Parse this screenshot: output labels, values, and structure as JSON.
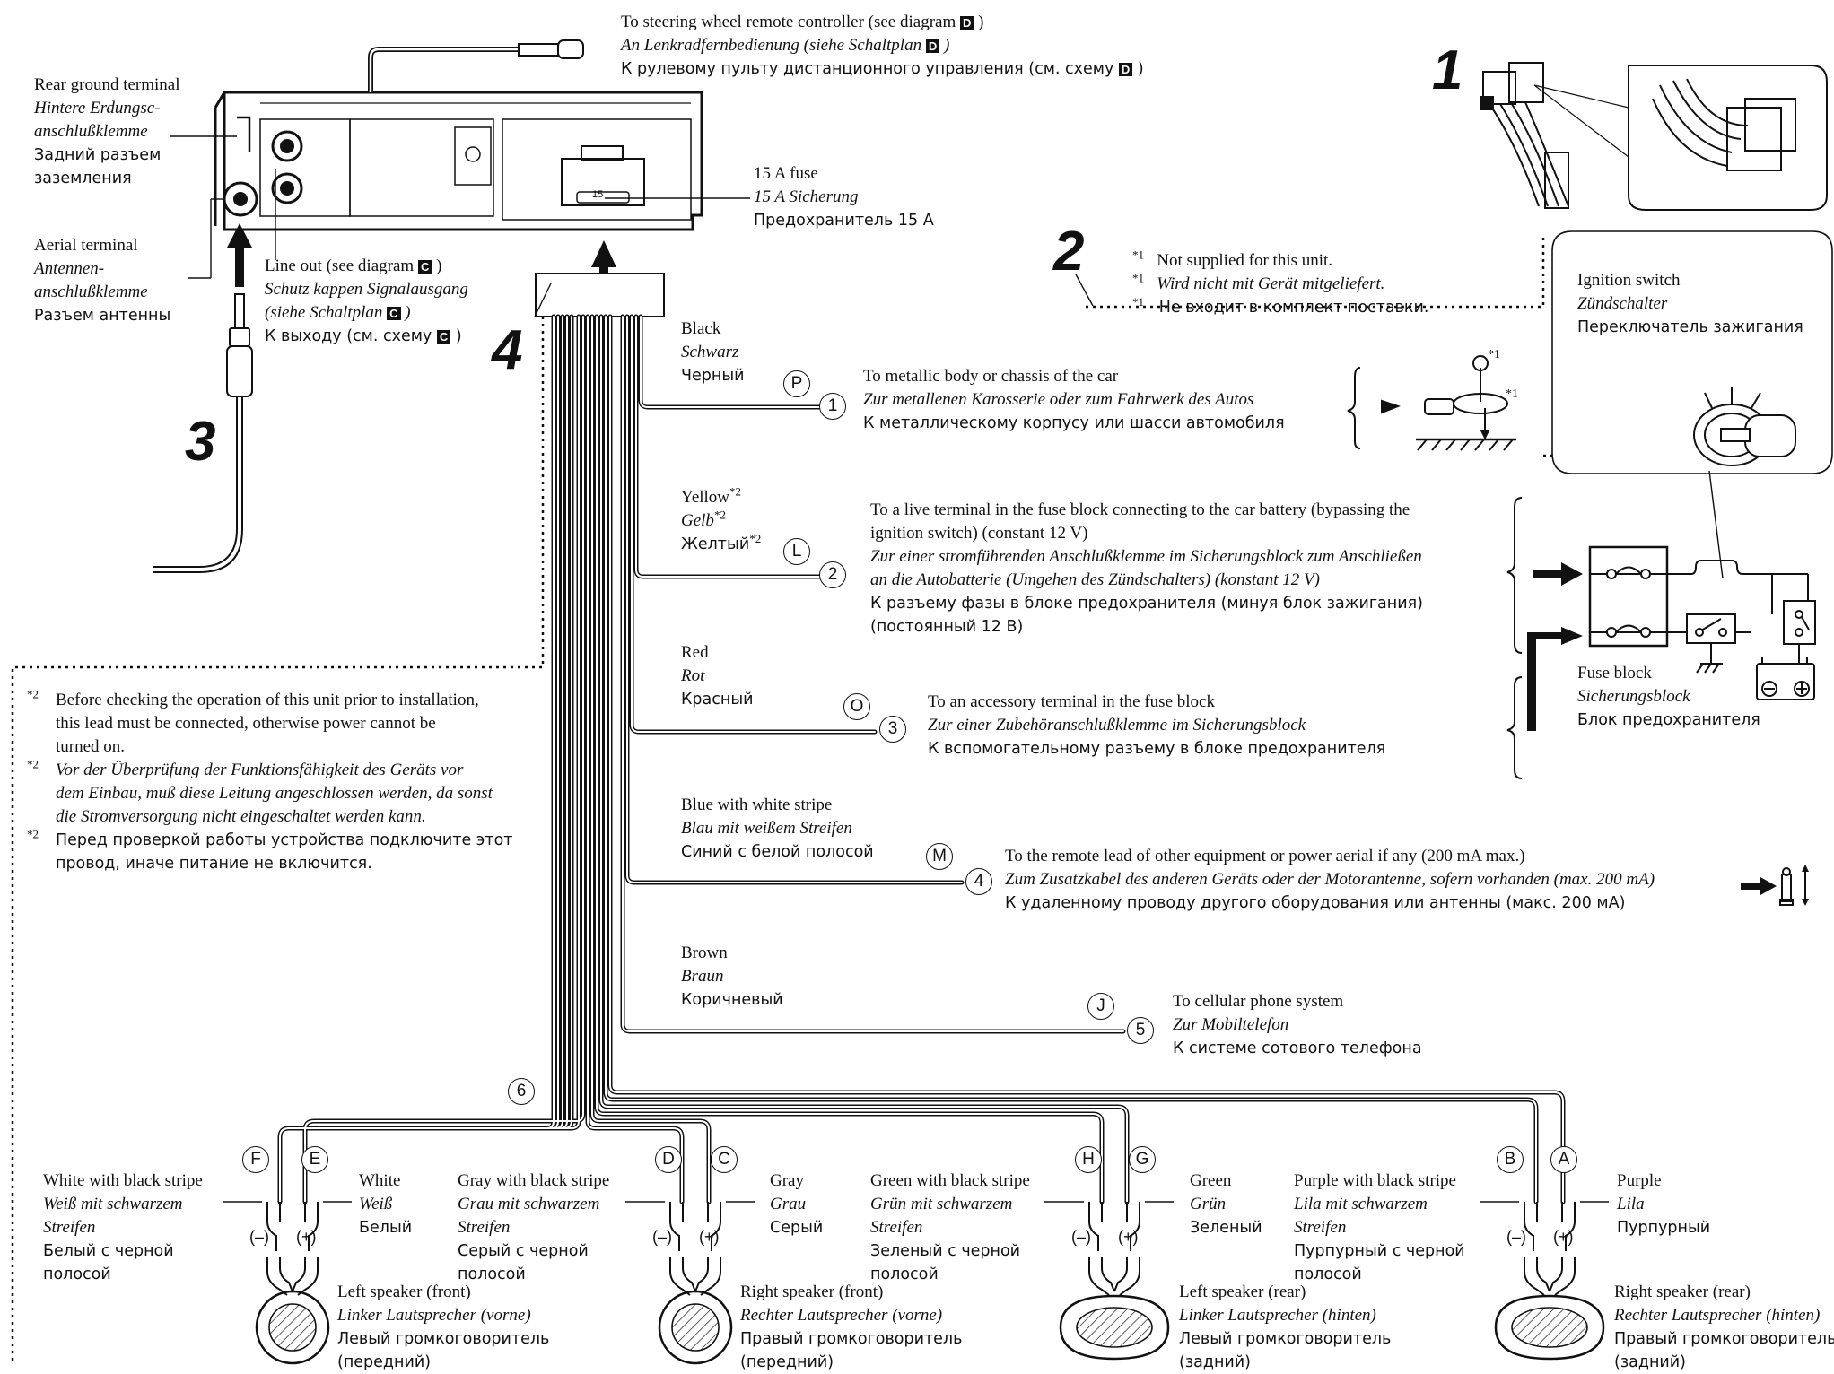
{
  "steering": {
    "en": "To steering wheel remote controller (see diagram",
    "de": "An Lenkradfernbedienung (siehe Schaltplan",
    "ru": "К рулевому пульту дистанционного управления (см. схему",
    "diagram_ref": "D"
  },
  "rear_ground": {
    "en": "Rear ground terminal",
    "de1": "Hintere Erdungsc-",
    "de2": "anschlußklemme",
    "ru1": "Задний разъем",
    "ru2": "заземления"
  },
  "aerial": {
    "en": "Aerial terminal",
    "de1": "Antennen-",
    "de2": "anschlußklemme",
    "ru": "Разъем антенны"
  },
  "line_out": {
    "en": "Line out (see diagram",
    "de1": "Schutz kappen Signalausgang",
    "de2": "(siehe Schaltplan",
    "ru": "К выходу (см. схему",
    "diagram_ref": "C"
  },
  "fuse15": {
    "en": "15 A fuse",
    "de": "15 A Sicherung",
    "ru": "Предохранитель 15 А",
    "value": "15"
  },
  "big_numbers": {
    "n1": "1",
    "n2": "2",
    "n3": "3",
    "n4": "4"
  },
  "notes1": [
    {
      "mark": "*1",
      "text": "Not supplied for this unit."
    },
    {
      "mark": "*1",
      "text": "Wird nicht mit Gerät mitgeliefert."
    },
    {
      "mark": "*1",
      "text": "Не входит в комплект поставки."
    }
  ],
  "ignition": {
    "en": "Ignition switch",
    "de": "Zündschalter",
    "ru": "Переключатель зажигания"
  },
  "fuse_block": {
    "en": "Fuse block",
    "de": "Sicherungsblock",
    "ru": "Блок предохранителя"
  },
  "wires": [
    {
      "color_en": "Black",
      "color_de": "Schwarz",
      "color_ru": "Черный",
      "letter": "P",
      "num": "1",
      "dest_en": "To metallic body or chassis of the car",
      "dest_de": "Zur metallenen Karosserie oder zum Fahrwerk des Autos",
      "dest_ru": "К металлическому корпусу или шасси автомобиля",
      "screw_mark": "*1",
      "body_mark": "*1"
    },
    {
      "color_en": "Yellow",
      "color_de": "Gelb",
      "color_ru": "Желтый",
      "mark": "*2",
      "letter": "L",
      "num": "2",
      "dest_en1": "To a live terminal in the fuse block connecting to the car battery (bypassing the",
      "dest_en2": "ignition switch) (constant 12 V)",
      "dest_de1": "Zur einer stromführenden Anschlußklemme im Sicherungsblock zum Anschließen",
      "dest_de2": "an die Autobatterie (Umgehen des Zündschalters) (konstant 12 V)",
      "dest_ru1": "К разъему фазы в блоке предохранителя (минуя блок зажигания)",
      "dest_ru2": "(постоянный 12 В)"
    },
    {
      "color_en": "Red",
      "color_de": "Rot",
      "color_ru": "Красный",
      "letter": "O",
      "num": "3",
      "dest_en": "To an accessory terminal in the fuse block",
      "dest_de": "Zur einer Zubehöranschlußklemme im Sicherungsblock",
      "dest_ru": "К вспомогательному разъему в блоке предохранителя"
    },
    {
      "color_en": "Blue with white stripe",
      "color_de": "Blau mit weißem Streifen",
      "color_ru": "Синий с белой полосой",
      "letter": "M",
      "num": "4",
      "dest_en": "To the remote lead of other equipment or power aerial if any (200 mA max.)",
      "dest_de": "Zum Zusatzkabel des anderen Geräts oder der Motorantenne, sofern vorhanden (max. 200 mA)",
      "dest_ru": "К удаленному проводу другого оборудования или антенны (макс. 200 мА)"
    },
    {
      "color_en": "Brown",
      "color_de": "Braun",
      "color_ru": "Коричневый",
      "letter": "J",
      "num": "5",
      "dest_en": "To cellular phone system",
      "dest_de": "Zur Mobiltelefon",
      "dest_ru": "К системе сотового телефона"
    }
  ],
  "notes2": [
    {
      "mark": "*2",
      "lines": [
        "Before checking the operation of this unit prior to installation,",
        "this lead must be connected, otherwise power cannot be",
        "turned on."
      ]
    },
    {
      "mark": "*2",
      "lines": [
        "Vor der Überprüfung der Funktionsfähigkeit des Geräts vor",
        "dem Einbau, muß diese Leitung angeschlossen werden, da sonst",
        "die Stromversorgung nicht eingeschaltet werden kann."
      ]
    },
    {
      "mark": "*2",
      "lines": [
        "Перед проверкой работы устройства подключите этот",
        "провод, иначе питание не включится."
      ]
    }
  ],
  "speaker_group_num": "6",
  "speakers": [
    {
      "neg_letter": "F",
      "pos_letter": "E",
      "neg_en": "White with black stripe",
      "neg_de1": "Weiß mit schwarzem",
      "neg_de2": "Streifen",
      "neg_ru1": "Белый с черной",
      "neg_ru2": "полосой",
      "pos_en": "White",
      "pos_de": "Weiß",
      "pos_ru": "Белый",
      "minus": "(–)",
      "plus": "(+)",
      "name_en": "Left speaker (front)",
      "name_de": "Linker Lautsprecher (vorne)",
      "name_ru1": "Левый громкоговоритель",
      "name_ru2": "(передний)"
    },
    {
      "neg_letter": "D",
      "pos_letter": "C",
      "neg_en": "Gray with black stripe",
      "neg_de1": "Grau mit schwarzem",
      "neg_de2": "Streifen",
      "neg_ru1": "Серый с черной",
      "neg_ru2": "полосой",
      "pos_en": "Gray",
      "pos_de": "Grau",
      "pos_ru": "Серый",
      "minus": "(–)",
      "plus": "(+)",
      "name_en": "Right speaker (front)",
      "name_de": "Rechter Lautsprecher (vorne)",
      "name_ru1": "Правый громкоговоритель",
      "name_ru2": "(передний)"
    },
    {
      "neg_letter": "H",
      "pos_letter": "G",
      "neg_en": "Green with black stripe",
      "neg_de1": "Grün mit schwarzem",
      "neg_de2": "Streifen",
      "neg_ru1": "Зеленый с черной",
      "neg_ru2": "полосой",
      "pos_en": "Green",
      "pos_de": "Grün",
      "pos_ru": "Зеленый",
      "minus": "(–)",
      "plus": "(+)",
      "name_en": "Left speaker (rear)",
      "name_de": "Linker Lautsprecher (hinten)",
      "name_ru1": "Левый громкоговоритель",
      "name_ru2": "(задний)"
    },
    {
      "neg_letter": "B",
      "pos_letter": "A",
      "neg_en": "Purple with black stripe",
      "neg_de1": "Lila mit schwarzem",
      "neg_de2": "Streifen",
      "neg_ru1": "Пурпурный с черной",
      "neg_ru2": "полосой",
      "pos_en": "Purple",
      "pos_de": "Lila",
      "pos_ru": "Пурпурный",
      "minus": "(–)",
      "plus": "(+)",
      "name_en": "Right speaker (rear)",
      "name_de": "Rechter Lautsprecher (hinten)",
      "name_ru1": "Правый громкоговоритель",
      "name_ru2": "(задний)"
    }
  ]
}
